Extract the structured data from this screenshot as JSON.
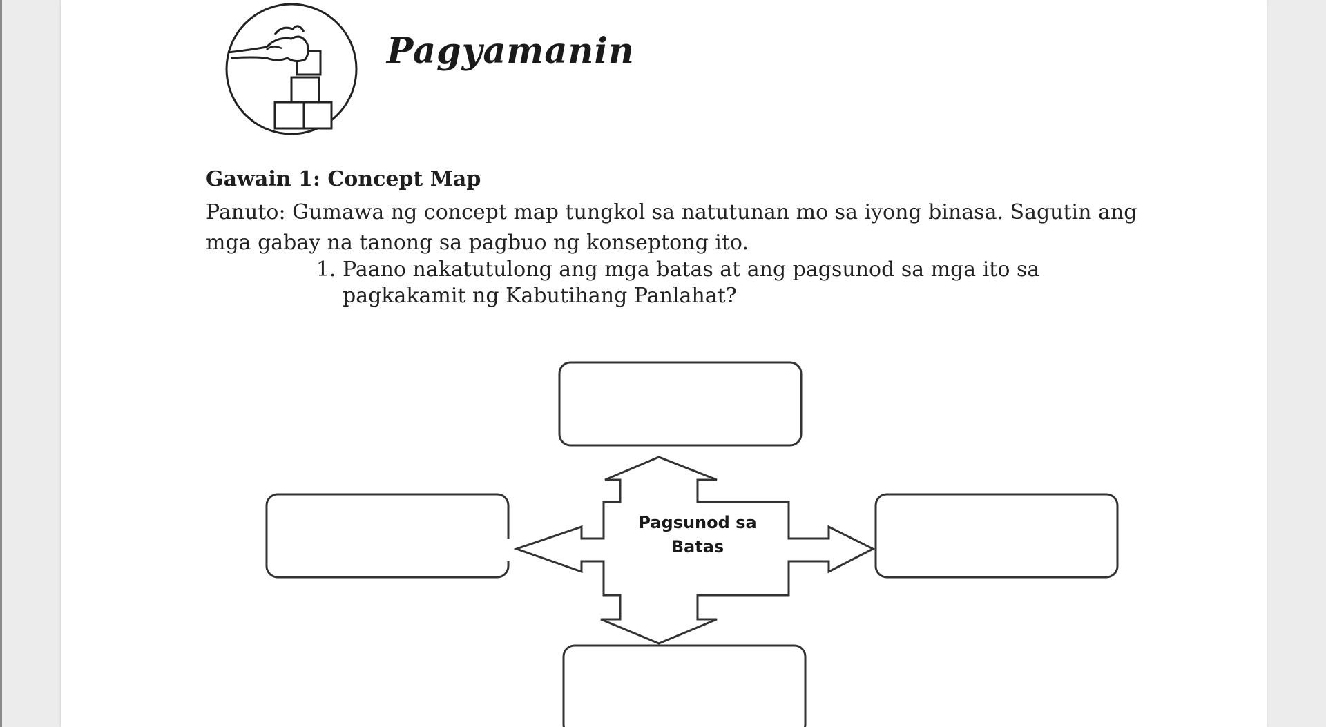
{
  "header": {
    "title": "Pagyamanin",
    "logo_icon": "hand-stacking-blocks-icon"
  },
  "activity": {
    "title": "Gawain 1: Concept Map",
    "instructions": "Panuto: Gumawa ng concept map tungkol sa natutunan mo sa iyong binasa. Sagutin ang mga gabay na tanong sa pagbuo ng konseptong ito.",
    "questions": [
      "Paano nakatutulong ang mga batas at ang pagsunod sa mga ito sa pagkakamit ng Kabutihang Panlahat?"
    ]
  },
  "concept_map": {
    "center_label_line1": "Pagsunod sa",
    "center_label_line2": "Batas",
    "boxes": [
      {
        "id": "top",
        "value": ""
      },
      {
        "id": "left",
        "value": ""
      },
      {
        "id": "right",
        "value": ""
      },
      {
        "id": "bottom",
        "value": ""
      }
    ]
  }
}
